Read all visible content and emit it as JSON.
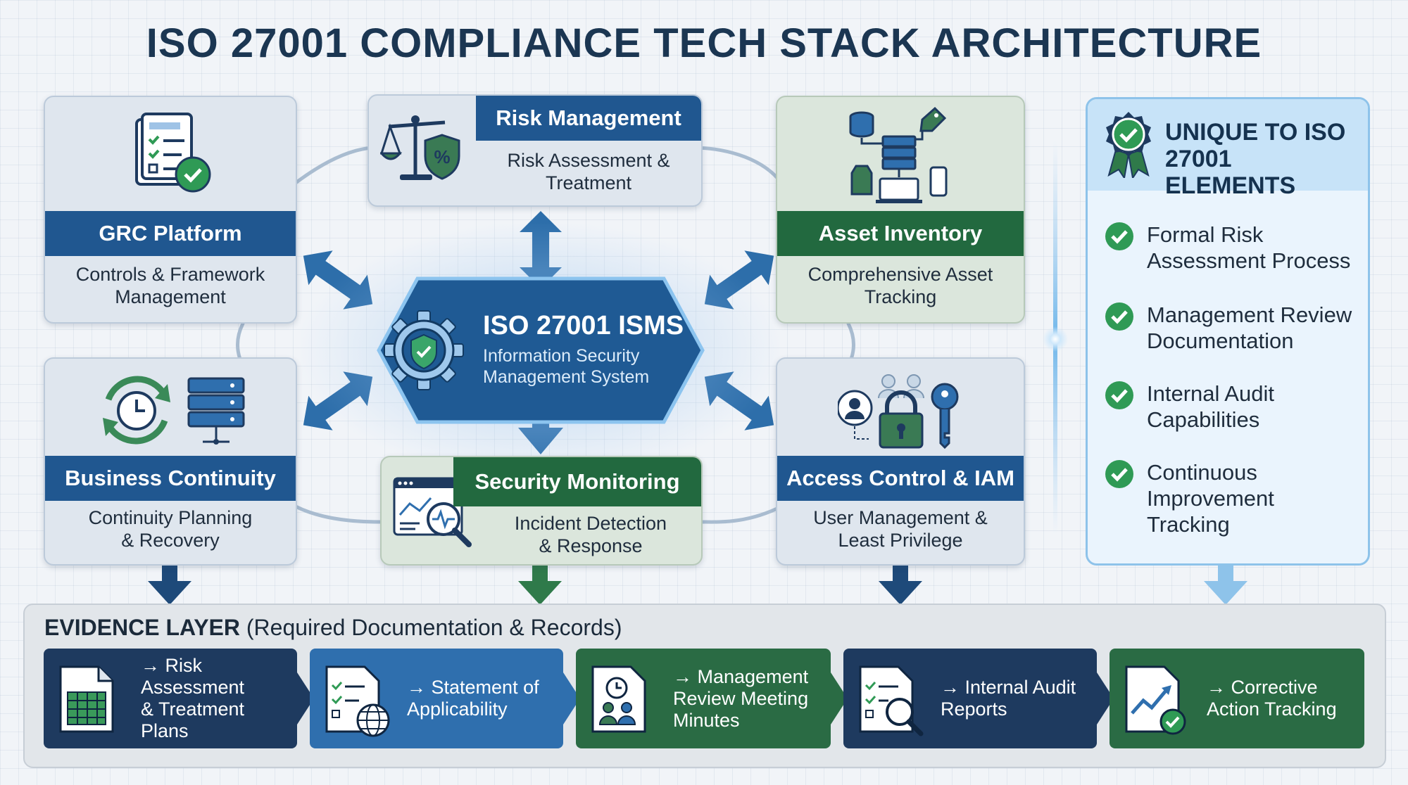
{
  "title": "ISO 27001 COMPLIANCE TECH STACK ARCHITECTURE",
  "center": {
    "title": "ISO 27001 ISMS",
    "subtitle_line1": "Information Security",
    "subtitle_line2": "Management System"
  },
  "cards": {
    "grc": {
      "title": "GRC Platform",
      "desc1": "Controls & Framework",
      "desc2": "Management"
    },
    "risk": {
      "title": "Risk Management",
      "desc1": "Risk Assessment &",
      "desc2": "Treatment"
    },
    "asset": {
      "title": "Asset Inventory",
      "desc1": "Comprehensive Asset",
      "desc2": "Tracking"
    },
    "bc": {
      "title": "Business Continuity",
      "desc1": "Continuity Planning",
      "desc2": "& Recovery"
    },
    "secmon": {
      "title": "Security Monitoring",
      "desc1": "Incident Detection",
      "desc2": "& Response"
    },
    "iam": {
      "title": "Access Control & IAM",
      "desc1": "User Management &",
      "desc2": "Least Privilege"
    }
  },
  "unique": {
    "title_line1": "UNIQUE TO ISO",
    "title_line2": "27001 ELEMENTS",
    "items": [
      {
        "line1": "Formal Risk",
        "line2": "Assessment Process",
        "line3": ""
      },
      {
        "line1": "Management Review",
        "line2": "Documentation",
        "line3": ""
      },
      {
        "line1": "Internal Audit",
        "line2": "Capabilities",
        "line3": ""
      },
      {
        "line1": "Continuous",
        "line2": "Improvement",
        "line3": "Tracking"
      }
    ]
  },
  "evidence": {
    "label_bold": "EVIDENCE LAYER",
    "label_rest": " (Required Documentation & Records)",
    "items": [
      {
        "line1": "→ Risk Assessment",
        "line2": "& Treatment Plans",
        "line3": ""
      },
      {
        "line1": "→ Statement of",
        "line2": "Applicability",
        "line3": ""
      },
      {
        "line1": "→ Management",
        "line2": "Review Meeting",
        "line3": "Minutes"
      },
      {
        "line1": "→ Internal Audit",
        "line2": "Reports",
        "line3": ""
      },
      {
        "line1": "→ Corrective",
        "line2": "Action Tracking",
        "line3": ""
      }
    ]
  },
  "colors": {
    "navy": "#1e3a5f",
    "blue": "#205790",
    "mid_blue": "#2f6fae",
    "green": "#22693f",
    "check_green": "#2f9a55",
    "light_blue": "#8ec3ea"
  },
  "icons": {
    "grc": "checklist-document-icon",
    "risk": "scales-shield-icon",
    "asset": "network-devices-icon",
    "bc": "clock-cycle-server-icon",
    "secmon": "monitor-magnifier-icon",
    "iam": "users-lock-key-icon",
    "center": "gear-shield-icon",
    "unique": "award-ribbon-icon"
  }
}
